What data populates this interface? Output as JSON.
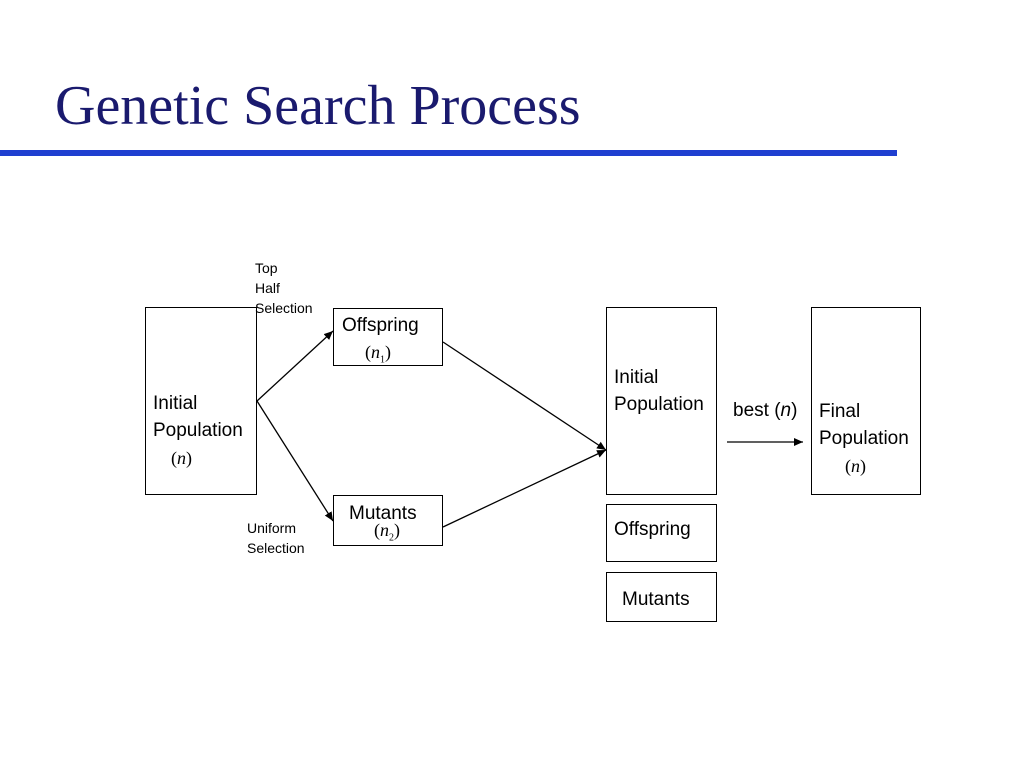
{
  "title": "Genetic Search Process",
  "colors": {
    "title": "#1a1a6e",
    "rule": "#1f3fd0",
    "lines": "#000000"
  },
  "diagram": {
    "initial_population_left": {
      "label_line1": "Initial",
      "label_line2": "Population",
      "size_var": "n"
    },
    "top_half_selection": {
      "line1": "Top",
      "line2": "Half",
      "line3": "Selection"
    },
    "uniform_selection": {
      "line1": "Uniform",
      "line2": "Selection"
    },
    "offspring_box": {
      "label": "Offspring",
      "size_var": "n",
      "size_sub": "1"
    },
    "mutants_box": {
      "label": "Mutants",
      "size_var": "n",
      "size_sub": "2"
    },
    "initial_population_right": {
      "label_line1": "Initial",
      "label_line2": "Population"
    },
    "offspring_stack": {
      "label": "Offspring"
    },
    "mutants_stack": {
      "label": "Mutants"
    },
    "best_label": {
      "prefix": "best (",
      "var": "n",
      "suffix": ")"
    },
    "final_population": {
      "label_line1": "Final",
      "label_line2": "Population",
      "size_var": "n"
    }
  }
}
